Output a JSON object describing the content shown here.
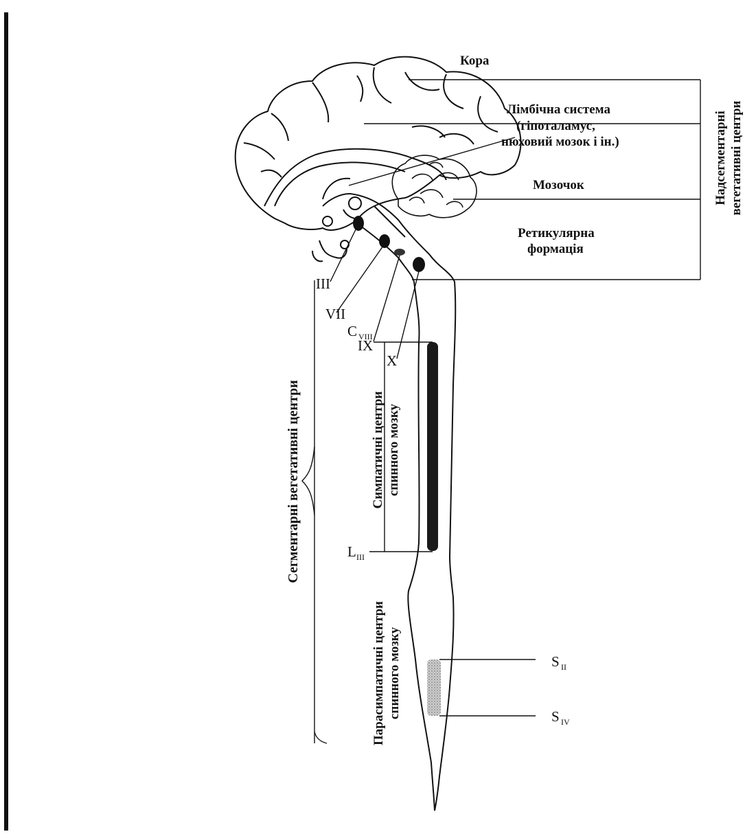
{
  "labels": {
    "cortex": "Кора",
    "limbic_line1": "Лімбічна система",
    "limbic_line2": "(гіпоталамус,",
    "limbic_line3": "нюховий мозок і ін.)",
    "cerebellum": "Мозочок",
    "reticular_line1": "Ретикулярна",
    "reticular_line2": "формація",
    "suprasegmental_line1": "Надсегментарні",
    "suprasegmental_line2": "вегетативні центри",
    "segmental": "Сегментарні вегетативні центри",
    "sympathetic_line1": "Симпатичні центри",
    "sympathetic_line2": "спинного мозку",
    "parasympathetic_line1": "Парасимпатичні центри",
    "parasympathetic_line2": "спинного мозку"
  },
  "nerves": {
    "n3": "III",
    "n7": "VII",
    "n9": "IX",
    "n10": "X"
  },
  "segments": {
    "c_letter": "C",
    "c_sub": "VIII",
    "l_letter": "L",
    "l_sub": "III",
    "s2_letter": "S",
    "s2_sub": "II",
    "s4_letter": "S",
    "s4_sub": "IV"
  },
  "colors": {
    "ink": "#111111",
    "sympathetic_zone": "#1a1a1a",
    "parasympathetic_zone": "#a8a8a8"
  }
}
